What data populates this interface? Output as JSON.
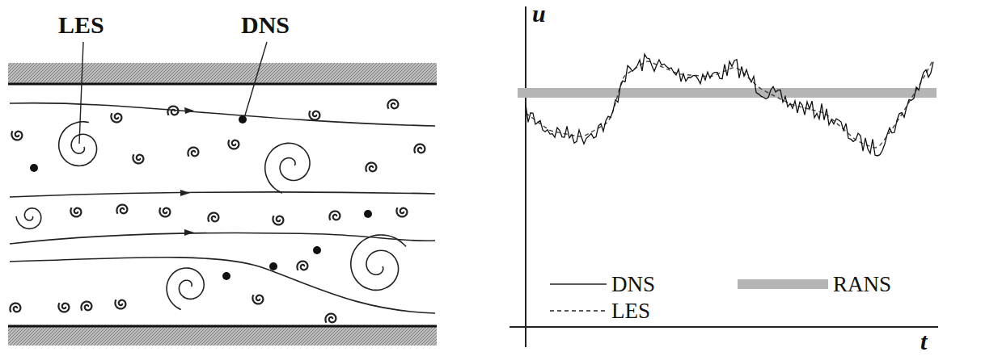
{
  "diagram": {
    "labels": [
      "LES",
      "DNS",
      "u",
      "t"
    ],
    "legend": [
      {
        "text": "DNS"
      },
      {
        "text": "RANS"
      },
      {
        "text": "LES"
      }
    ]
  }
}
